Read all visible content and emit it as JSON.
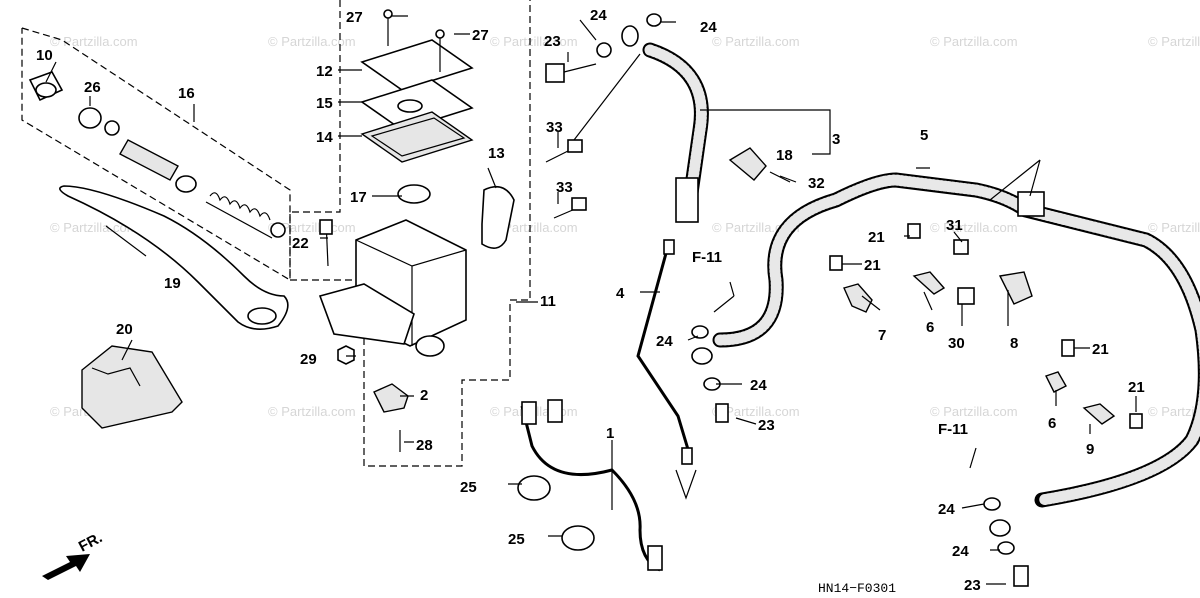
{
  "watermark": "© Partzilla.com",
  "diagram_code": "HN14−F0301",
  "front_label": "FR.",
  "ref_label": "F-11",
  "callouts": {
    "n1": "1",
    "n2": "2",
    "n3": "3",
    "n4": "4",
    "n5": "5",
    "n6a": "6",
    "n6b": "6",
    "n7": "7",
    "n8": "8",
    "n9": "9",
    "n10": "10",
    "n11": "11",
    "n12": "12",
    "n13": "13",
    "n14": "14",
    "n15": "15",
    "n16": "16",
    "n17": "17",
    "n18": "18",
    "n19": "19",
    "n20": "20",
    "n21a": "21",
    "n21b": "21",
    "n21c": "21",
    "n21d": "21",
    "n22": "22",
    "n23a": "23",
    "n23b": "23",
    "n23c": "23",
    "n24a": "24",
    "n24b": "24",
    "n24c": "24",
    "n24d": "24",
    "n24e": "24",
    "n24f": "24",
    "n25a": "25",
    "n25b": "25",
    "n26": "26",
    "n27a": "27",
    "n27b": "27",
    "n28": "28",
    "n29": "29",
    "n30": "30",
    "n31": "31",
    "n32": "32",
    "n33a": "33",
    "n33b": "33"
  },
  "icons": [
    "front-direction-arrow-icon"
  ]
}
